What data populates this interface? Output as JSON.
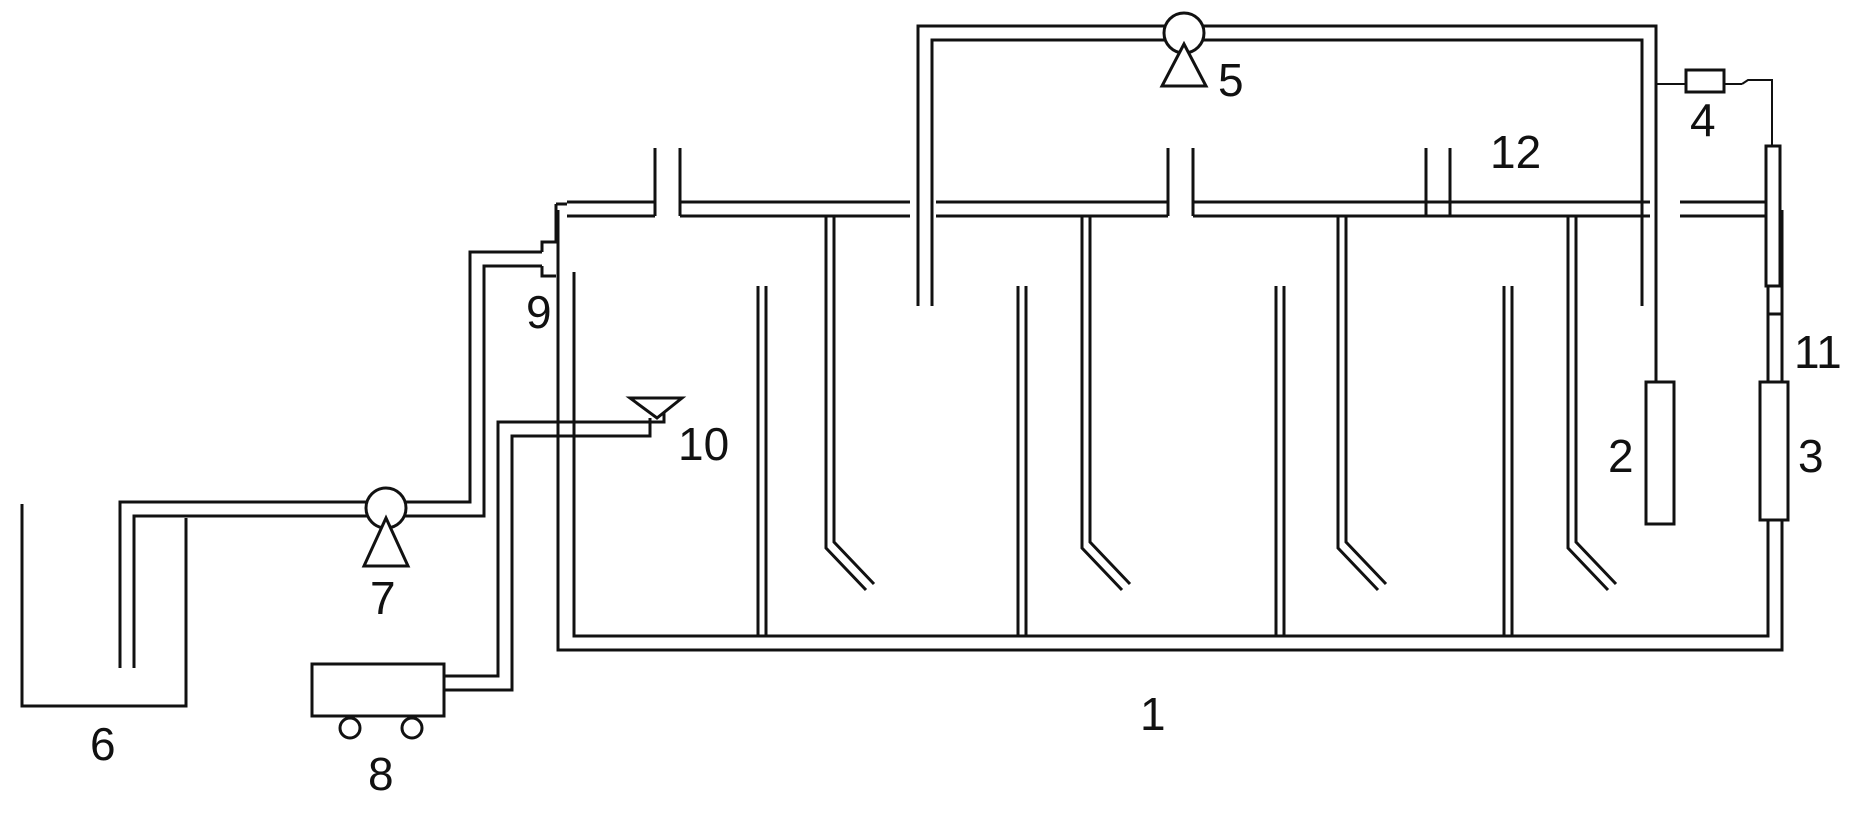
{
  "labels": {
    "tank": "1",
    "sensor": "2",
    "membrane": "3",
    "valve": "4",
    "recycle_pump": "5",
    "feed_tank": "6",
    "feed_pump": "7",
    "blower": "8",
    "inlet": "9",
    "dosing_funnel": "10",
    "outlet": "11",
    "cover": "12"
  },
  "colors": {
    "line": "#111111",
    "background": "#ffffff"
  }
}
